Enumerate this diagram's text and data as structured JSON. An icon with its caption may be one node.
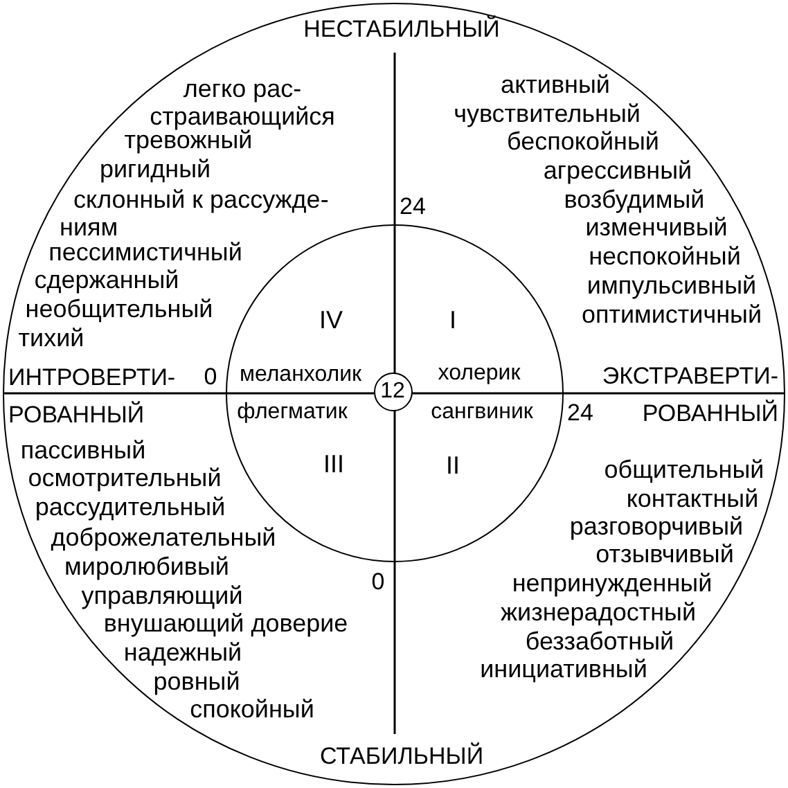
{
  "diagram": {
    "nodes": [
      {
        "text": [],
        "shape": "circle"
      },
      {
        "text": [
          "IV",
          "I",
          "меланхолик",
          "холерик",
          "флегматик",
          "сангвиник",
          "III",
          "II"
        ],
        "in": 0
      },
      {
        "text": [
          "12"
        ],
        "in": 1
      }
    ],
    "labels": [
      "НЕСТАБИЛЬНЫЙ",
      "легко рас- страивающийся",
      "тревожный",
      "ригидный",
      "склонный к рассужде- ниям",
      "пессимистичный",
      "сдержанный",
      "необщительный",
      "тихий",
      "активный",
      "чувствительный",
      "беспокойный",
      "агрессивный",
      "возбудимый",
      "изменчивый",
      "неспокойный",
      "импульсивный",
      "оптимистичный",
      "24",
      "ИНТРОВЕРТИ- РОВАННЫЙ",
      "0",
      "ЭКСТРАВЕРТИ- РОВАННЫЙ",
      "24",
      "пассивный",
      "осмотрительный",
      "рассудительный",
      "доброжелательный",
      "миролюбивый",
      "управляющий",
      "внушающий доверие",
      "надежный",
      "ровный",
      "спокойный",
      "0",
      "общительный",
      "контактный",
      "разговорчивый",
      "отзывчивый",
      "непринужденный",
      "жизнерадостный",
      "беззаботный",
      "инициативный",
      "СТАБИЛЬНЫЙ"
    ]
  }
}
